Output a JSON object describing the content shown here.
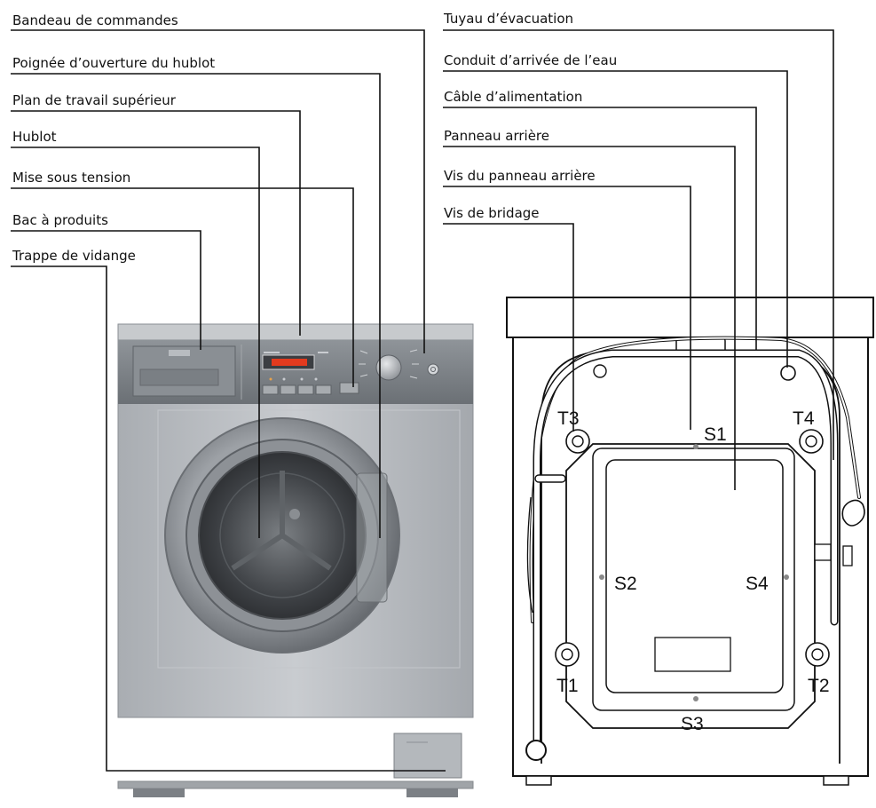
{
  "front_labels": {
    "bandeau": "Bandeau de commandes",
    "poignee": "Poignée d’ouverture du hublot",
    "plan": "Plan de travail supérieur",
    "hublot": "Hublot",
    "mise": "Mise sous tension",
    "bac": "Bac à produits",
    "trappe": "Trappe de vidange"
  },
  "back_labels": {
    "tuyau": "Tuyau d’évacuation",
    "conduit": "Conduit d’arrivée de l’eau",
    "cable": "Câble d’alimentation",
    "panneau": "Panneau arrière",
    "vis_panneau": "Vis du panneau arrière",
    "vis_bridage": "Vis de bridage"
  },
  "screw_labels": {
    "T1": "T1",
    "T2": "T2",
    "T3": "T3",
    "T4": "T4",
    "S1": "S1",
    "S2": "S2",
    "S3": "S3",
    "S4": "S4"
  },
  "colors": {
    "body": "#b9bcc1",
    "panel": "#7f8489",
    "display": "#e23a1e",
    "line": "#111111"
  },
  "icons": {
    "power": "power-icon",
    "knob": "program-knob"
  }
}
